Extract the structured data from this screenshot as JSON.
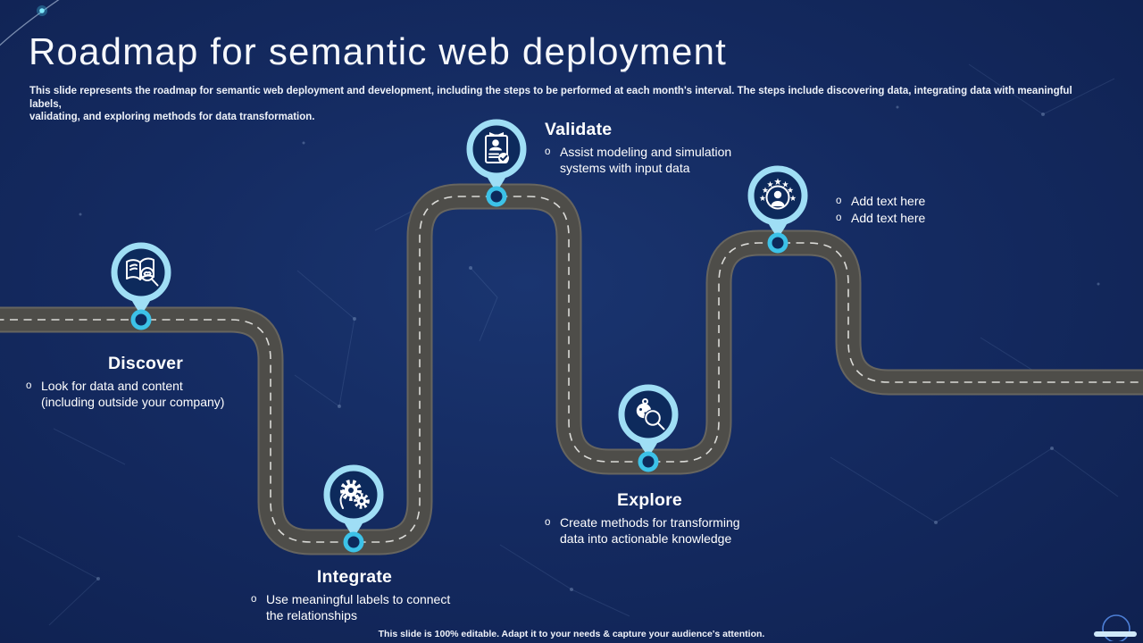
{
  "slide": {
    "title": "Roadmap for semantic web deployment",
    "description": "This slide represents the roadmap for semantic web deployment and development, including the steps to be performed at each month's interval. The steps include discovering data, integrating data with meaningful labels,\nvalidating, and exploring methods for data transformation.",
    "footer": "This slide is 100% editable. Adapt it to your needs & capture your audience's attention."
  },
  "ui": {
    "bullet_marker": "o"
  },
  "milestones": [
    {
      "title": "Discover",
      "icon": "book-magnifier-icon",
      "bullets": [
        "Look for data and content\n(including outside your  company)"
      ]
    },
    {
      "title": "Integrate",
      "icon": "gears-icon",
      "bullets": [
        "Use meaningful labels to connect\nthe relationships"
      ]
    },
    {
      "title": "Validate",
      "icon": "clipboard-person-check-icon",
      "bullets": [
        "Assist modeling and simulation\nsystems with input data"
      ]
    },
    {
      "title": "Explore",
      "icon": "specimen-magnifier-icon",
      "bullets": [
        "Create methods for transforming\ndata into actionable knowledge"
      ]
    },
    {
      "title": "",
      "icon": "person-stars-icon",
      "bullets": [
        "Add text here",
        "Add text here"
      ]
    }
  ],
  "colors": {
    "background": "#13295f",
    "pin_ring": "#9fdef5",
    "dot_ring": "#3cc2e8",
    "pin_inner": "#0d2a5c",
    "road": "#4e4d49",
    "road_edge": "#67655f",
    "text": "#ffffff"
  }
}
